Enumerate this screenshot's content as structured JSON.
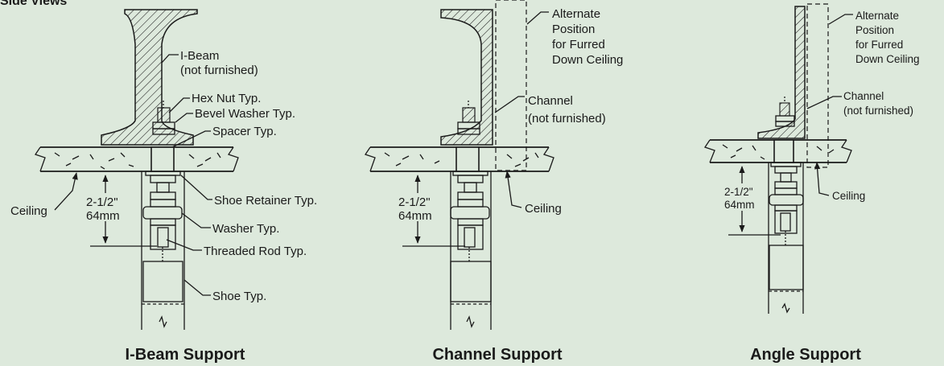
{
  "header": "Side Views",
  "ibeam": {
    "caption": "I-Beam Support",
    "labels": {
      "ibeam_1": "I-Beam",
      "ibeam_2": "(not furnished)",
      "hex_nut": "Hex Nut Typ.",
      "bevel_washer": "Bevel Washer Typ.",
      "spacer": "Spacer Typ.",
      "ceiling": "Ceiling",
      "dim_1": "2-1/2\"",
      "dim_2": "64mm",
      "shoe_retainer": "Shoe Retainer Typ.",
      "washer": "Washer Typ.",
      "threaded_rod": "Threaded Rod Typ.",
      "shoe": "Shoe Typ."
    }
  },
  "channel": {
    "caption": "Channel Support",
    "labels": {
      "alt_1": "Alternate",
      "alt_2": "Position",
      "alt_3": "for Furred",
      "alt_4": "Down Ceiling",
      "channel_1": "Channel",
      "channel_2": "(not furnished)",
      "ceiling": "Ceiling",
      "dim_1": "2-1/2\"",
      "dim_2": "64mm"
    }
  },
  "angle": {
    "caption": "Angle Support",
    "labels": {
      "alt_1": "Alternate",
      "alt_2": "Position",
      "alt_3": "for Furred",
      "alt_4": "Down Ceiling",
      "channel_1": "Channel",
      "channel_2": "(not furnished)",
      "ceiling": "Ceiling",
      "dim_1": "2-1/2\"",
      "dim_2": "64mm"
    }
  },
  "colors": {
    "background": "#dde9dc",
    "line": "#1a1a1a"
  }
}
